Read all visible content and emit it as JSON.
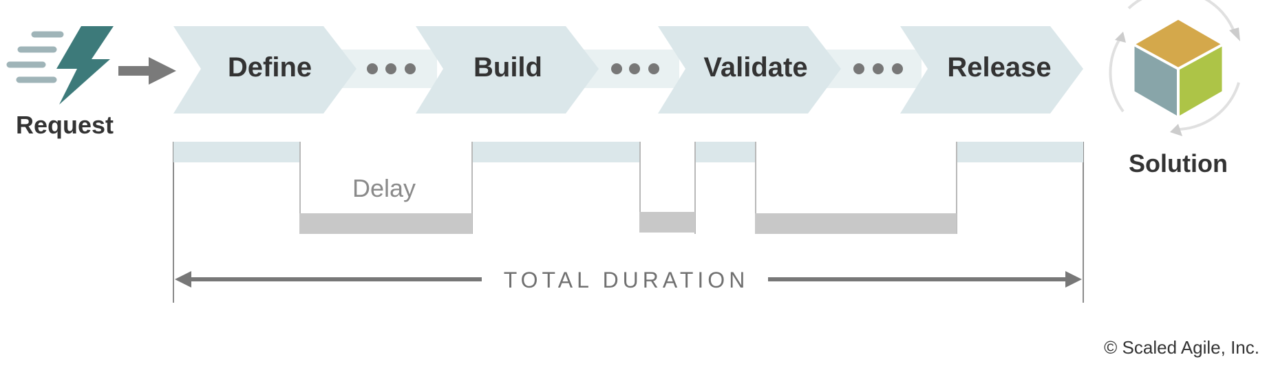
{
  "request": {
    "label": "Request",
    "icon": "lightning-bolt-icon"
  },
  "solution": {
    "label": "Solution",
    "icon": "cube-icon"
  },
  "stages": [
    {
      "label": "Define"
    },
    {
      "label": "Build"
    },
    {
      "label": "Validate"
    },
    {
      "label": "Release"
    }
  ],
  "timeline": {
    "delay_label": "Delay",
    "total_label": "TOTAL DURATION"
  },
  "colors": {
    "chevron": "#dbe7ea",
    "connector": "#e9f1f2",
    "dots": "#777777",
    "active_bar": "#dbe7ea",
    "delay_bar": "#c8c8c8",
    "arrow": "#777777",
    "bolt": "#3d7a7a",
    "speed_lines": "#9fb4b8",
    "cube_top": "#d4a84b",
    "cube_left": "#88a5a9",
    "cube_right": "#adc447"
  },
  "copyright": "© Scaled Agile, Inc."
}
